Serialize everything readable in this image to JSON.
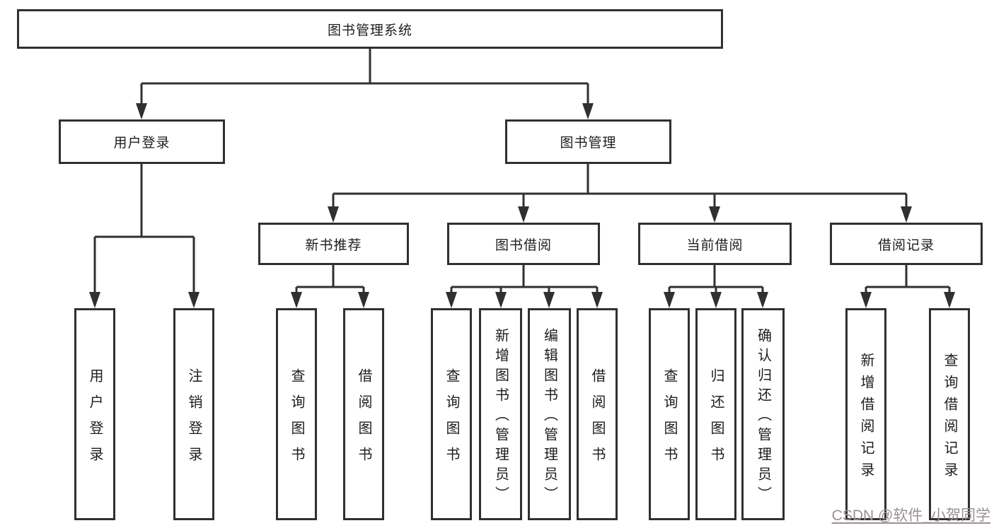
{
  "tree": {
    "root": {
      "label": "图书管理系统"
    },
    "user": {
      "label": "用户登录",
      "children": [
        {
          "label": "用户登录"
        },
        {
          "label": "注销登录"
        }
      ]
    },
    "book": {
      "label": "图书管理",
      "groups": [
        {
          "label": "新书推荐",
          "children": [
            {
              "label": "查询图书"
            },
            {
              "label": "借阅图书"
            }
          ]
        },
        {
          "label": "图书借阅",
          "children": [
            {
              "label": "查询图书"
            },
            {
              "label": "新增图书（管理员）"
            },
            {
              "label": "编辑图书（管理员）"
            },
            {
              "label": "借阅图书"
            }
          ]
        },
        {
          "label": "当前借阅",
          "children": [
            {
              "label": "查询图书"
            },
            {
              "label": "归还图书"
            },
            {
              "label": "确认归还（管理员）"
            }
          ]
        },
        {
          "label": "借阅记录",
          "children": [
            {
              "label": "新增借阅记录"
            },
            {
              "label": "查询借阅记录"
            }
          ]
        }
      ]
    }
  },
  "watermark": {
    "text": "CSDN @软件_小贺同学"
  },
  "colors": {
    "line": "#303030",
    "text": "#1d1d1d",
    "watermark": "#9b9094",
    "background": "#ffffff"
  }
}
